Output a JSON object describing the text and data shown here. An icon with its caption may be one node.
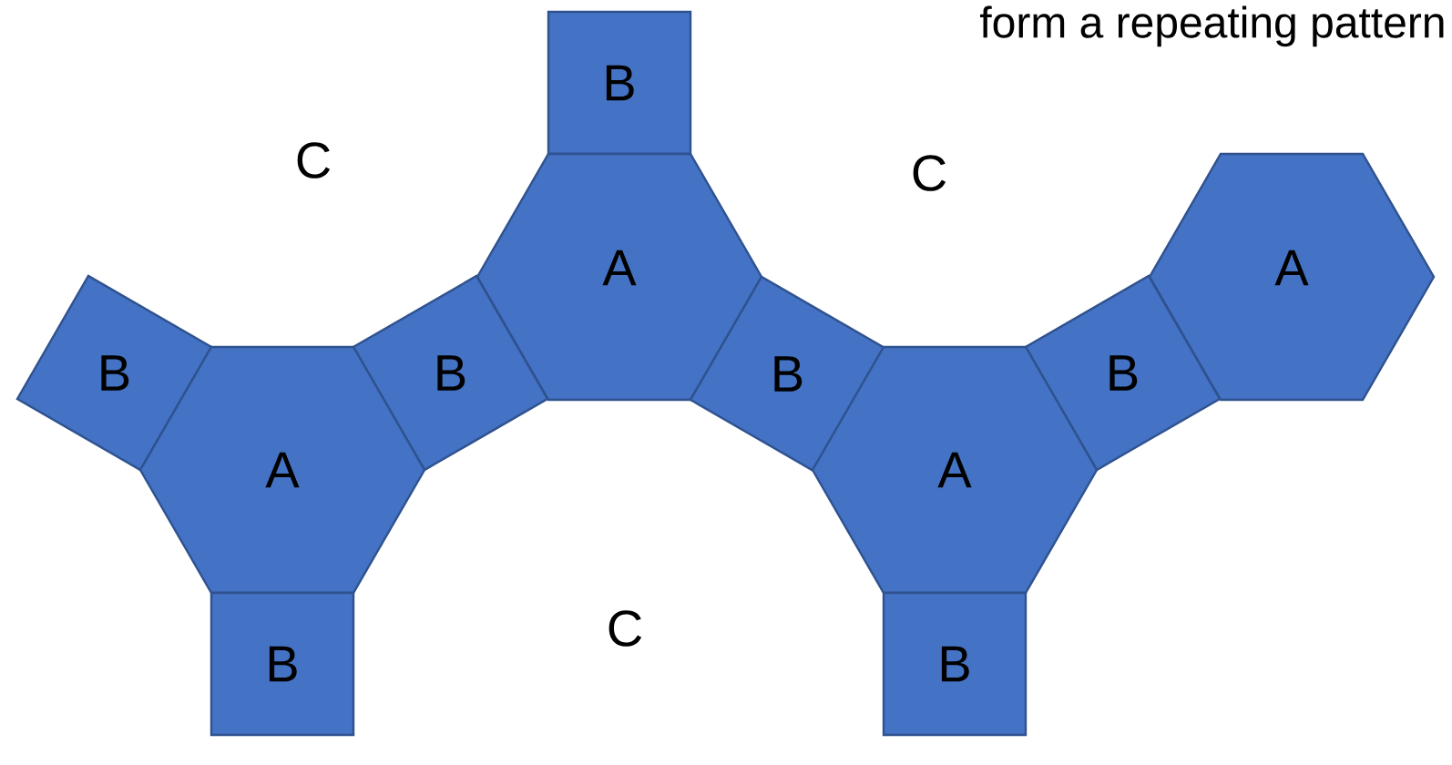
{
  "diagram": {
    "nodes": [
      {
        "text": [
          "B"
        ]
      },
      {
        "text": [
          "A"
        ]
      },
      {
        "text": [
          "A"
        ]
      },
      {
        "text": [
          "B"
        ]
      },
      {
        "text": [
          "B"
        ]
      },
      {
        "text": [
          "B"
        ]
      },
      {
        "text": [
          "B"
        ]
      },
      {
        "text": [
          "A"
        ]
      },
      {
        "text": [
          "A"
        ]
      },
      {
        "text": [
          "B"
        ]
      },
      {
        "text": [
          "B"
        ]
      }
    ],
    "labels": [
      "form a repeating pattern",
      "C",
      "C",
      "C"
    ]
  }
}
